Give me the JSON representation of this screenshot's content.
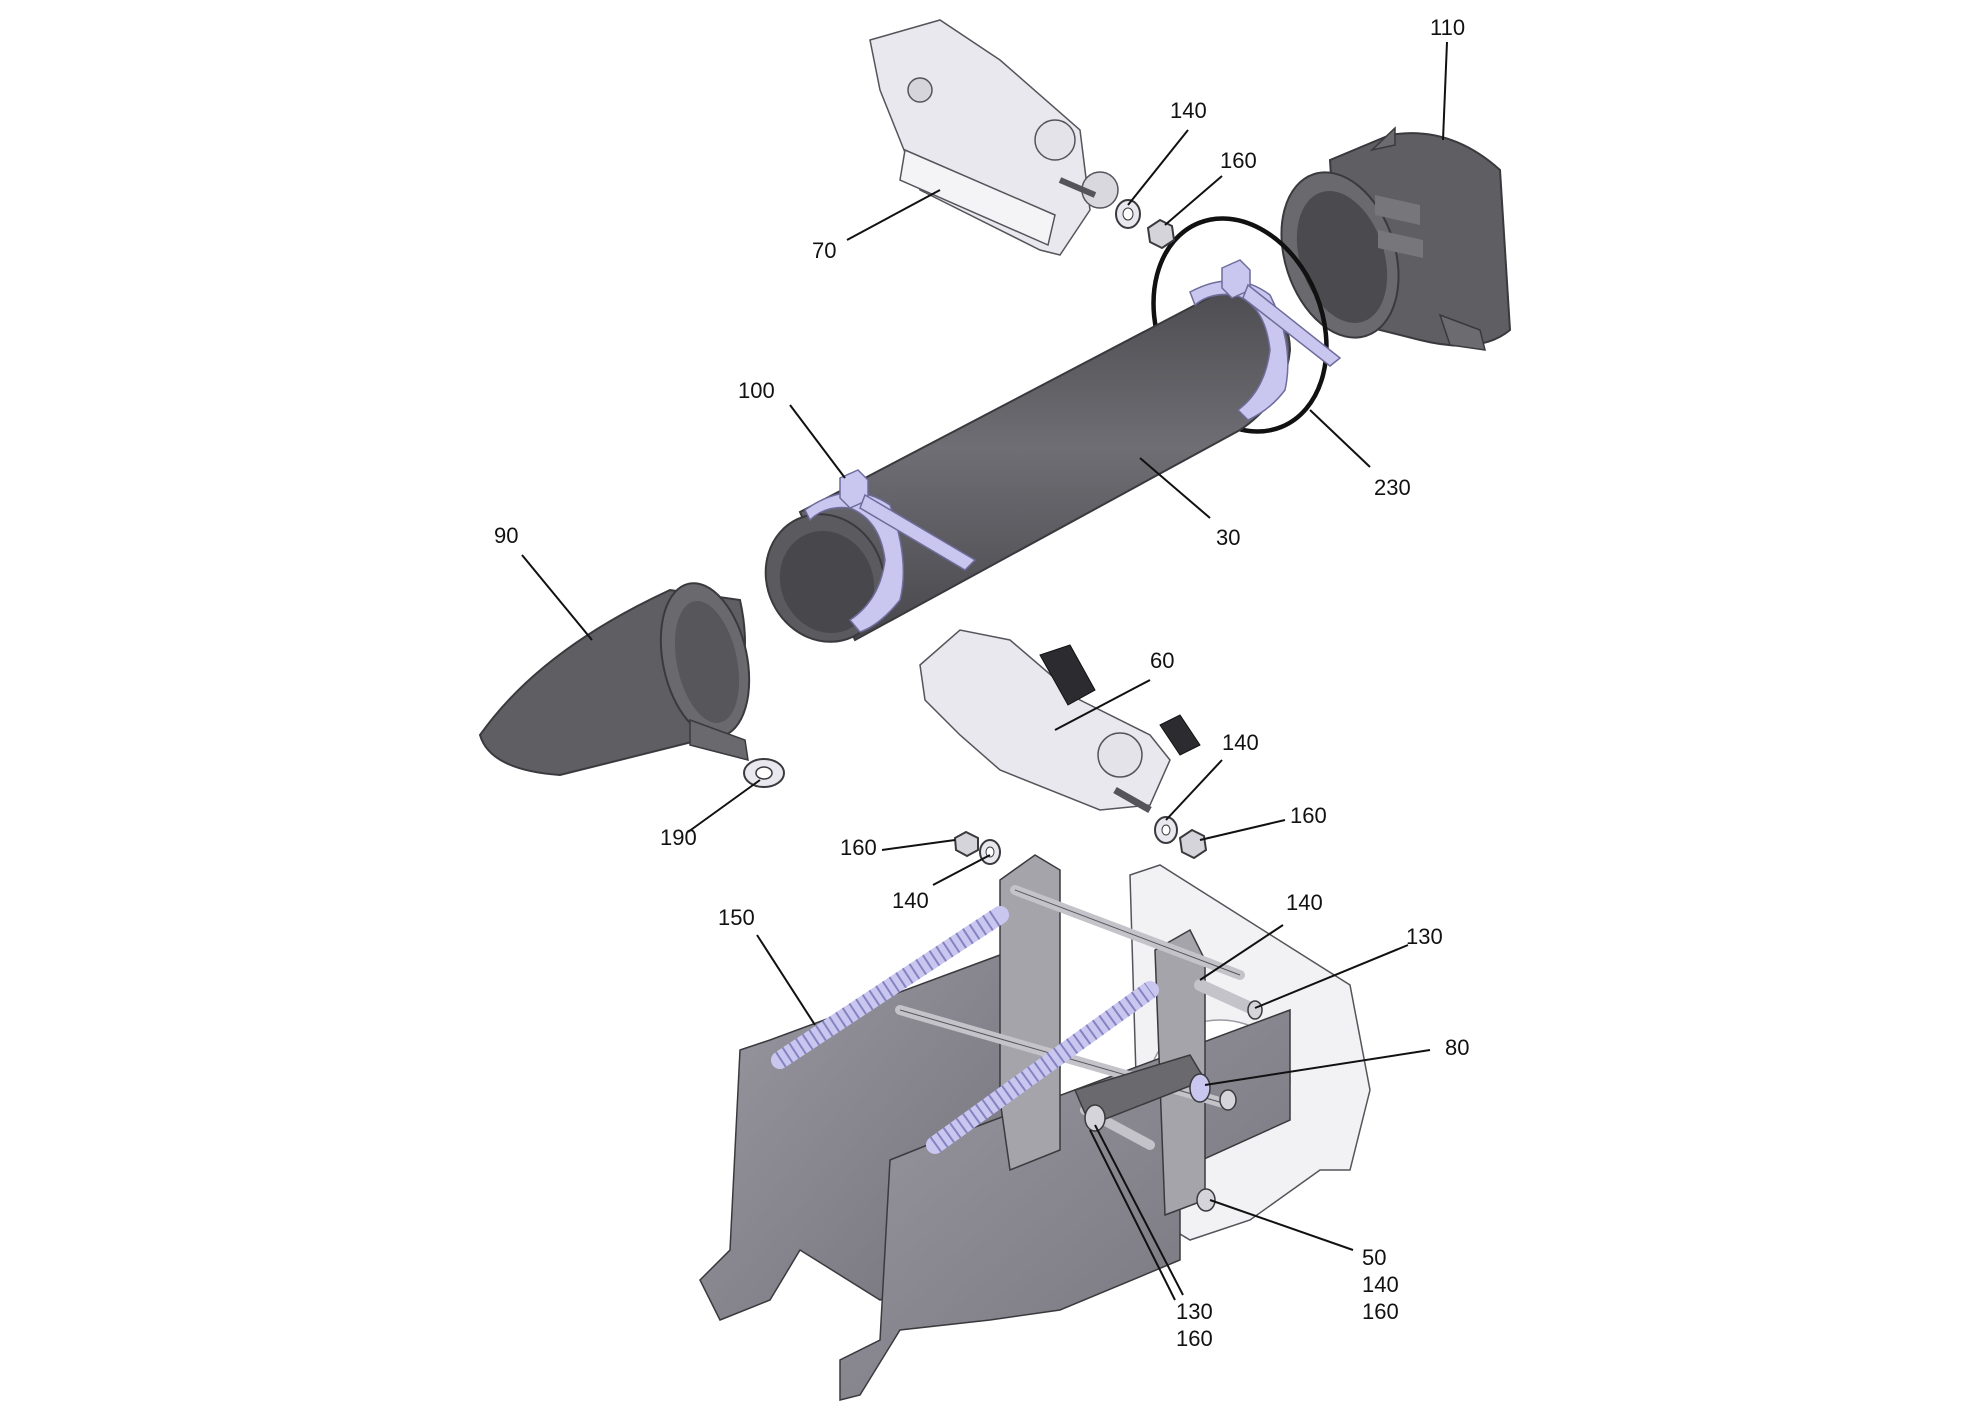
{
  "callouts": {
    "c110": "110",
    "c140a": "140",
    "c160a": "160",
    "c70": "70",
    "c100": "100",
    "c230": "230",
    "c30": "30",
    "c90": "90",
    "c60": "60",
    "c140b": "140",
    "c160b": "160",
    "c190": "190",
    "c160c": "160",
    "c140c": "140",
    "c150": "150",
    "c140d": "140",
    "c130a": "130",
    "c80": "80",
    "c50": "50",
    "c140e": "140",
    "c160d": "160",
    "c130b": "130",
    "c160e": "160"
  },
  "colors": {
    "dark_part": "#5f5e63",
    "light_part": "#e9e8ee",
    "lavender": "#c9c7f0",
    "gray_plate": "#8d8b92",
    "outline": "#3a3a3e",
    "leader": "#111111"
  }
}
